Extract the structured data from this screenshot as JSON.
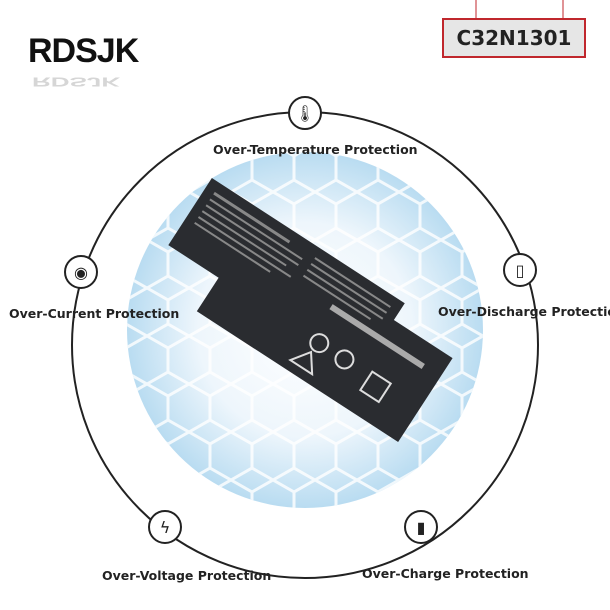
{
  "brand": {
    "logo_text": "RDSJK"
  },
  "model_label": "C32N1301",
  "features": [
    {
      "label": "Over-Temperature Protection",
      "icon": "thermometer-icon"
    },
    {
      "label": "Over-Current Protection",
      "icon": "meter-icon"
    },
    {
      "label": "Over-Discharge Protection",
      "icon": "battery-icon"
    },
    {
      "label": "Over-Voltage Protection",
      "icon": "lightning-icon"
    },
    {
      "label": "Over-Charge Protection",
      "icon": "battery-charging-icon"
    }
  ],
  "colors": {
    "accent": "#c0272d",
    "disc": "#cfe6f5",
    "battery": "#2a2c30"
  }
}
